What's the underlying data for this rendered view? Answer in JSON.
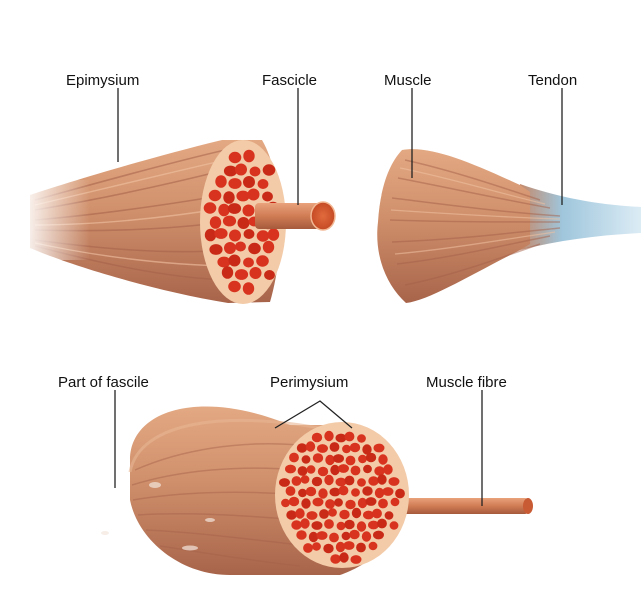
{
  "labels": {
    "epimysium": "Epimysium",
    "fascicle": "Fascicle",
    "muscle": "Muscle",
    "tendon": "Tendon",
    "part_of_fascicle": "Part of fascile",
    "perimysium": "Perimysium",
    "muscle_fibre": "Muscle fibre"
  },
  "colors": {
    "muscle_tan": "#c98a66",
    "muscle_dark": "#a9634a",
    "fascicle_red": "#d8331f",
    "perimysium_orange": "#f0c9a4",
    "tendon_blue": "#a9cde0",
    "leader_line": "#222222"
  }
}
